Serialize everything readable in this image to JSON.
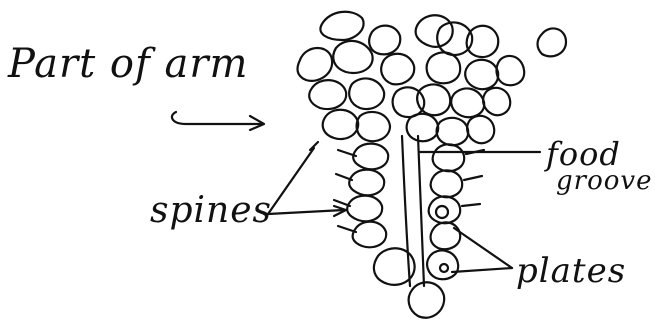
{
  "labels": {
    "part_of_arm": "Part of arm",
    "spines": "spines",
    "food": "food",
    "groove": "groove",
    "plates": "plates"
  },
  "style": {
    "ink_color": "#111111",
    "background": "#ffffff"
  }
}
